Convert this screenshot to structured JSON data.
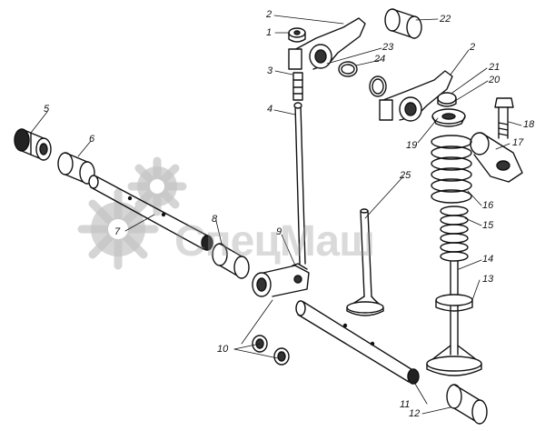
{
  "watermark": {
    "text": "СпецМаш",
    "color": "#b4b4b4"
  },
  "labels": [
    {
      "id": "l1",
      "text": "1"
    },
    {
      "id": "l2a",
      "text": "2"
    },
    {
      "id": "l2b",
      "text": "2"
    },
    {
      "id": "l3",
      "text": "3"
    },
    {
      "id": "l4",
      "text": "4"
    },
    {
      "id": "l5",
      "text": "5"
    },
    {
      "id": "l6",
      "text": "6"
    },
    {
      "id": "l7",
      "text": "7"
    },
    {
      "id": "l8",
      "text": "8"
    },
    {
      "id": "l9",
      "text": "9"
    },
    {
      "id": "l10",
      "text": "10"
    },
    {
      "id": "l11",
      "text": "11"
    },
    {
      "id": "l12",
      "text": "12"
    },
    {
      "id": "l13",
      "text": "13"
    },
    {
      "id": "l14",
      "text": "14"
    },
    {
      "id": "l15",
      "text": "15"
    },
    {
      "id": "l16",
      "text": "16"
    },
    {
      "id": "l17",
      "text": "17"
    },
    {
      "id": "l18",
      "text": "18"
    },
    {
      "id": "l19",
      "text": "19"
    },
    {
      "id": "l20",
      "text": "20"
    },
    {
      "id": "l21",
      "text": "21"
    },
    {
      "id": "l22",
      "text": "22"
    },
    {
      "id": "l23",
      "text": "23"
    },
    {
      "id": "l24",
      "text": "24"
    },
    {
      "id": "l25",
      "text": "25"
    }
  ],
  "colors": {
    "line": "#111111",
    "gear": "#b0b0b0"
  }
}
